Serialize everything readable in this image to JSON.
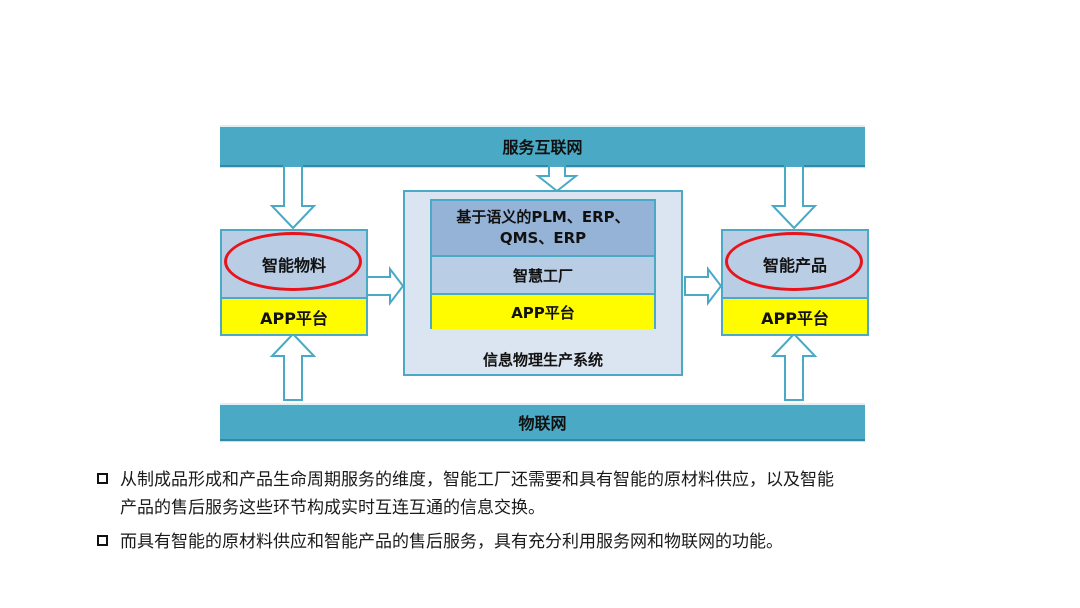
{
  "diagram": {
    "top_bar": "服务互联网",
    "bottom_bar": "物联网",
    "left_box": {
      "label": "智能物料",
      "app": "APP平台"
    },
    "right_box": {
      "label": "智能产品",
      "app": "APP平台"
    },
    "center": {
      "row1_line1": "基于语义的PLM、ERP、",
      "row1_line2": "QMS、ERP",
      "row2": "智慧工厂",
      "row3": "APP平台",
      "outer_label": "信息物理生产系统"
    },
    "colors": {
      "bar": "#4aaac5",
      "box_fill": "#b9cde4",
      "app_fill": "#fffc00",
      "highlight": "#e8141b"
    }
  },
  "bullets": [
    {
      "line1": "从制成品形成和产品生命周期服务的维度，智能工厂还需要和具有智能的原材料供应，以及智能",
      "line2": "产品的售后服务这些环节构成实时互连互通的信息交换。"
    },
    {
      "line1": "而具有智能的原材料供应和智能产品的售后服务，具有充分利用服务网和物联网的功能。",
      "line2": ""
    }
  ]
}
